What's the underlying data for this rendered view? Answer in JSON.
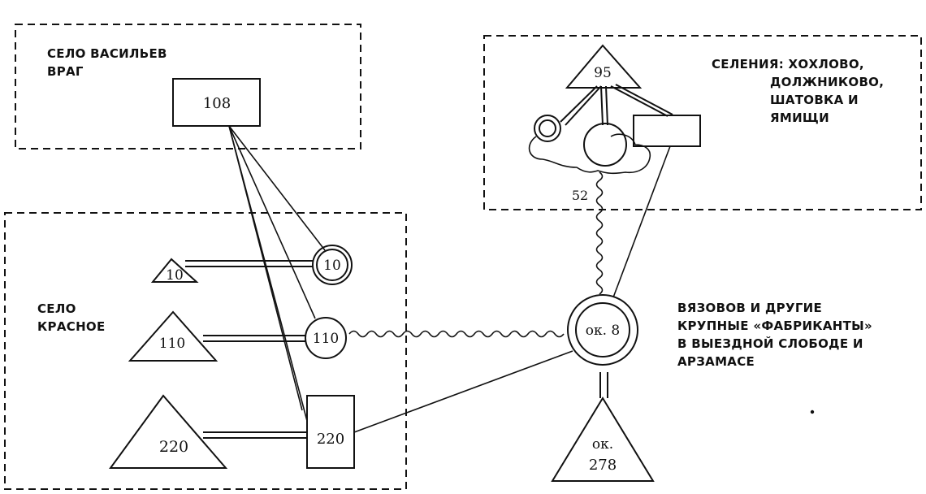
{
  "regions": {
    "vasilev_vrag": [
      "СЕЛО ВАСИЛЬЕВ",
      "ВРАГ"
    ],
    "krasnoe": [
      "СЕЛО",
      "КРАСНОЕ"
    ],
    "settlements": [
      "СЕЛЕНИЯ: ХОХЛОВО,",
      "ДОЛЖНИКОВО,",
      "ШАТОВКА И",
      "ЯМИЩИ"
    ],
    "vyazovov": [
      "ВЯЗОВОВ И ДРУГИЕ",
      "КРУПНЫЕ «ФАБРИКАНТЫ»",
      "В ВЫЕЗДНОЙ СЛОБОДЕ И",
      "АРЗАМАСЕ"
    ]
  },
  "nodes": {
    "rect_108": "108",
    "tri_10": "10",
    "circ_10": "10",
    "tri_110": "110",
    "circ_110": "110",
    "tri_220": "220",
    "rect_220": "220",
    "circ_ok8": "ок. 8",
    "tri_95": "95",
    "tri_ok278_line1": "ок.",
    "tri_ok278_line2": "278",
    "wave_label_52": "52"
  },
  "colors": {
    "ink": "#111111",
    "paper": "#ffffff"
  }
}
